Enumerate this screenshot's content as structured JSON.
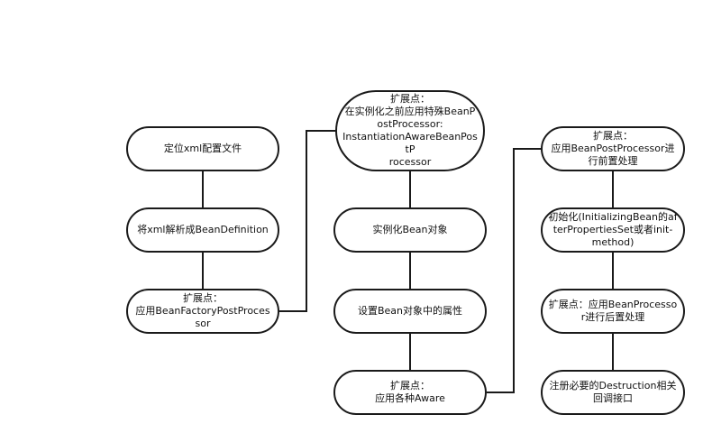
{
  "diagram": {
    "colors": {
      "stroke": "#1a1a1a",
      "fill": "#ffffff",
      "text": "#111111"
    },
    "nodes": {
      "locate_xml": "定位xml配置文件",
      "parse_xml": "将xml解析成BeanDefinition",
      "ext_factory_pp": "扩展点：\n应用BeanFactoryPostProces\nsor",
      "ext_instantiation_aware": "扩展点：\n在实例化之前应用特殊BeanP\nostProcessor:\nInstantiationAwareBeanPostP\nrocessor",
      "instantiate_bean": "实例化Bean对象",
      "set_properties": "设置Bean对象中的属性",
      "ext_aware": "扩展点：\n应用各种Aware",
      "ext_pp_before": "扩展点：\n应用BeanPostProcessor进\n行前置处理",
      "init": "初始化(InitializingBean的af\nterPropertiesSet或者init-\nmethod)",
      "ext_pp_after": "扩展点：应用BeanProcesso\nr进行后置处理",
      "register_destruction": "注册必要的Destruction相关\n回调接口"
    }
  }
}
